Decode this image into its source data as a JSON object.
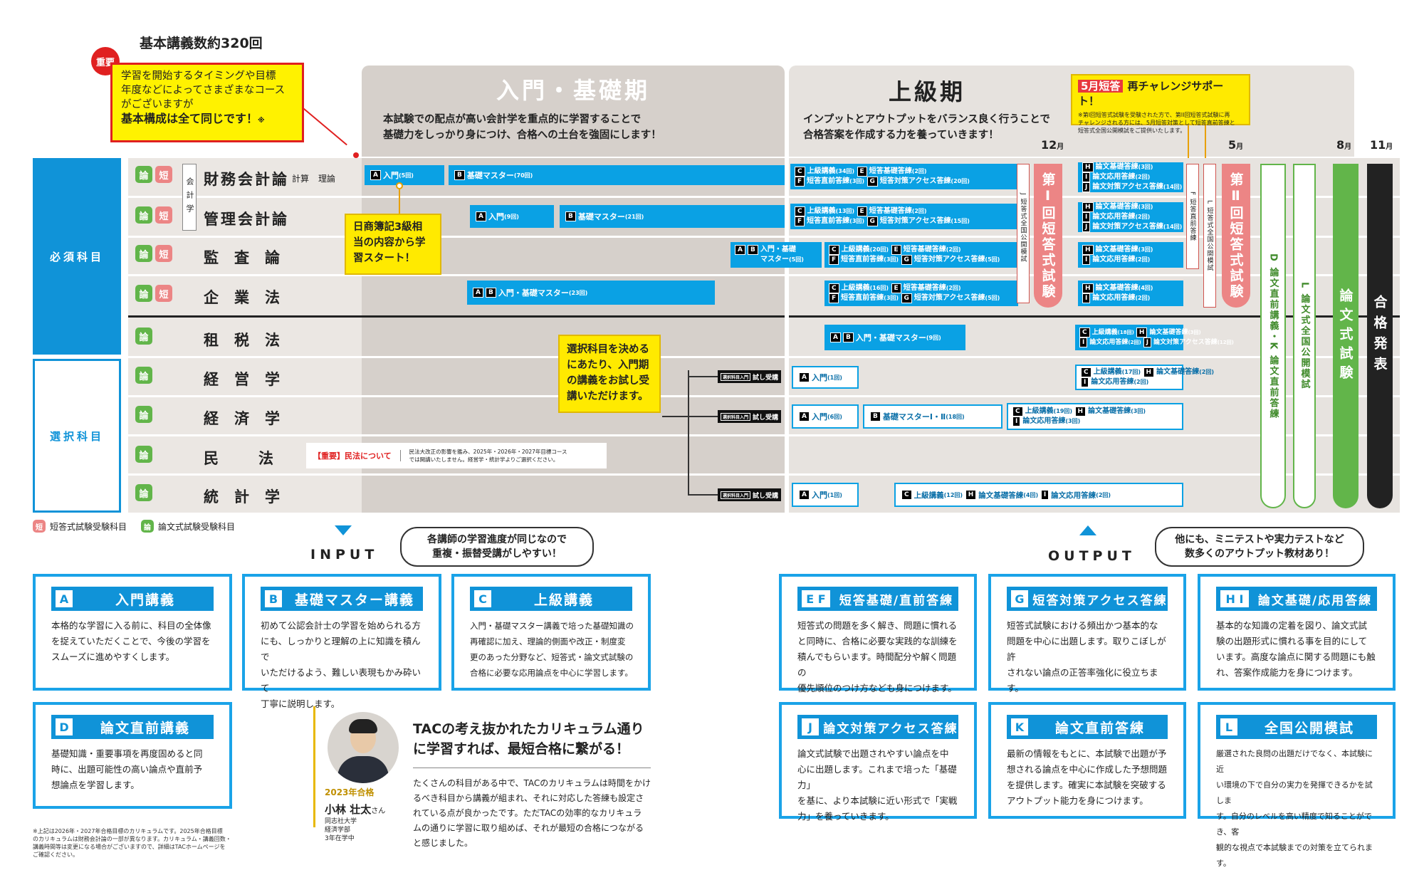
{
  "header": {
    "count_label": "基本講義数約320回",
    "important_tag": "重要",
    "note_lines": [
      "学習を開始するタイミングや目標",
      "年度などによってさまざまなコース",
      "がございますが"
    ],
    "note_bold": "基本構成は全て同じです！",
    "note_mark": "※"
  },
  "phases": {
    "basic": {
      "title": "入門・基礎期",
      "desc1": "本試験での配点が高い会計学を重点的に学習することで",
      "desc2": "基礎力をしっかり身につけ、合格への土台を強固にします！"
    },
    "advanced": {
      "title": "上級期",
      "desc1": "インプットとアウトプットをバランス良く行うことで",
      "desc2": "合格答案を作成する力を養っていきます！"
    }
  },
  "challenge": {
    "tag": "5月短答",
    "title": "再チャレンジサポート！",
    "note1": "※第I回短答式試験を受験された方で、第II回短答式試験に再",
    "note2": "チャレンジされる方には、5月短答対策として短答直前答練と",
    "note3": "短答式全国公開模試をご提供いたします。"
  },
  "months": {
    "m12": "12",
    "m5": "5",
    "m8": "8",
    "m11": "11",
    "suffix": "月"
  },
  "categories": {
    "required": "必須科目",
    "elective": "選択科目",
    "accounting": "会計学"
  },
  "subjects": {
    "financial": "財務会計論",
    "financial_sub1": "計算",
    "financial_sub2": "理論",
    "managerial": "管理会計論",
    "audit": "監査論",
    "corporate": "企業法",
    "tax": "租税法",
    "business": "経営学",
    "economics": "経済学",
    "civil": "民法",
    "stats": "統計学"
  },
  "badges": {
    "ron": "論",
    "tan": "短"
  },
  "legend": {
    "tan": "短答式試験受験科目",
    "ron": "論文式試験受験科目"
  },
  "courses": {
    "fin_intro": "入門",
    "fin_intro_n": "(5回)",
    "fin_basic": "基礎マスター",
    "fin_basic_n": "(70回)",
    "fin_adv1": "上級講義",
    "fin_adv1_n": "(34回)",
    "fin_adv2": "短答基礎答練",
    "fin_adv2_n": "(2回)",
    "fin_adv3": "短答直前答練",
    "fin_adv3_n": "(3回)",
    "fin_adv4": "短答対策アクセス答練",
    "fin_adv4_n": "(20回)",
    "fin_out1": "論文基礎答練",
    "fin_out1_n": "(3回)",
    "fin_out2": "論文応用答練",
    "fin_out2_n": "(2回)",
    "fin_out3": "論文対策アクセス答練",
    "fin_out3_n": "(14回)",
    "mgr_intro": "入門",
    "mgr_intro_n": "(9回)",
    "mgr_basic": "基礎マスター",
    "mgr_basic_n": "(21回)",
    "mgr_adv1": "上級講義",
    "mgr_adv1_n": "(13回)",
    "mgr_adv2": "短答基礎答練",
    "mgr_adv2_n": "(2回)",
    "mgr_adv3": "短答直前答練",
    "mgr_adv3_n": "(3回)",
    "mgr_adv4": "短答対策アクセス答練",
    "mgr_adv4_n": "(15回)",
    "mgr_out1": "論文基礎答練",
    "mgr_out1_n": "(3回)",
    "mgr_out2": "論文応用答練",
    "mgr_out2_n": "(2回)",
    "mgr_out3": "論文対策アクセス答練",
    "mgr_out3_n": "(14回)",
    "aud_ab1": "入門・基礎",
    "aud_ab2": "マスター",
    "aud_ab_n": "(5回)",
    "aud_adv1": "上級講義",
    "aud_adv1_n": "(20回)",
    "aud_adv2": "短答基礎答練",
    "aud_adv2_n": "(2回)",
    "aud_adv3": "短答直前答練",
    "aud_adv3_n": "(3回)",
    "aud_adv4": "短答対策アクセス答練",
    "aud_adv4_n": "(5回)",
    "aud_out1": "論文基礎答練",
    "aud_out1_n": "(3回)",
    "aud_out2": "論文応用答練",
    "aud_out2_n": "(2回)",
    "corp_ab": "入門・基礎マスター",
    "corp_ab_n": "(23回)",
    "corp_adv1": "上級講義",
    "corp_adv1_n": "(16回)",
    "corp_adv2": "短答基礎答練",
    "corp_adv2_n": "(2回)",
    "corp_adv3": "短答直前答練",
    "corp_adv3_n": "(3回)",
    "corp_adv4": "短答対策アクセス答練",
    "corp_adv4_n": "(5回)",
    "corp_out1": "論文基礎答練",
    "corp_out1_n": "(4回)",
    "corp_out2": "論文応用答練",
    "corp_out2_n": "(2回)",
    "tax_ab": "入門・基礎マスター",
    "tax_ab_n": "(9回)",
    "tax_c": "上級講義",
    "tax_c_n": "(18回)",
    "tax_h": "論文基礎答練",
    "tax_h_n": "(3回)",
    "tax_i": "論文応用答練",
    "tax_i_n": "(2回)",
    "tax_j": "論文対策アクセス答練",
    "tax_j_n": "(12回)",
    "trial_tag": "選択科目入門",
    "trial": "試し受講",
    "bus_intro": "入門",
    "bus_intro_n": "(1回)",
    "bus_c": "上級講義",
    "bus_c_n": "(17回)",
    "bus_h": "論文基礎答練",
    "bus_h_n": "(2回)",
    "bus_i": "論文応用答練",
    "bus_i_n": "(2回)",
    "eco_intro": "入門",
    "eco_intro_n": "(6回)",
    "eco_basic": "基礎マスターⅠ・Ⅱ",
    "eco_basic_n": "(18回)",
    "eco_c": "上級講義",
    "eco_c_n": "(19回)",
    "eco_h": "論文基礎答練",
    "eco_h_n": "(3回)",
    "eco_i": "論文応用答練",
    "eco_i_n": "(3回)",
    "civ_tag": "【重要】民法について",
    "civ_note1": "民法大改正の影響を鑑み、2025年・2026年・2027年目標コース",
    "civ_note2": "では開講いたしません。経営学・統計学よりご選択ください。",
    "sta_intro": "入門",
    "sta_intro_n": "(1回)",
    "sta_c": "上級講義",
    "sta_c_n": "(12回)",
    "sta_h": "論文基礎答練",
    "sta_h_n": "(4回)",
    "sta_i": "論文応用答練",
    "sta_i_n": "(2回)"
  },
  "callouts": {
    "boki": [
      "日商簿記3級相",
      "当の内容から学",
      "習スタート！"
    ],
    "elective": [
      "選択科目を決める",
      "にあたり、入門期",
      "の講義をお試し受",
      "講いただけます。"
    ]
  },
  "exams": {
    "mock1": "J 短答式全国公開模試",
    "tan1": "第Ⅰ回短答式試験",
    "pre2": "F 短答直前答練",
    "mock2": "L 短答式全国公開模試",
    "tan2": "第Ⅱ回短答式試験",
    "pre_ron": "D 論文直前講義・K 論文直前答練",
    "mock_ron": "L 論文式全国公開模試",
    "ron": "論文式試験",
    "result": "合格発表"
  },
  "io": {
    "input": "INPUT",
    "input_bubble1": "各講師の学習進度が同じなので",
    "input_bubble2": "重複・振替受講がしやすい！",
    "output": "OUTPUT",
    "output_bubble1": "他にも、ミニテストや実力テストなど",
    "output_bubble2": "数多くのアウトプット教材あり！"
  },
  "defs": [
    {
      "letters": "A",
      "title": "入門講義",
      "body": [
        "本格的な学習に入る前に、科目の全体像",
        "を捉えていただくことで、今後の学習を",
        "スムーズに進めやすくします。"
      ]
    },
    {
      "letters": "B",
      "title": "基礎マスター講義",
      "body": [
        "初めて公認会計士の学習を始められる方",
        "にも、しっかりと理解の上に知識を積んで",
        "いただけるよう、難しい表現もかみ砕いて",
        "丁寧に説明します。"
      ]
    },
    {
      "letters": "C",
      "title": "上級講義",
      "body": [
        "入門・基礎マスター講義で培った基礎知識の",
        "再確認に加え、理論的側面や改正・制度変",
        "更のあった分野など、短答式・論文式試験の",
        "合格に必要な応用論点を中心に学習します。"
      ]
    },
    {
      "letters": "D",
      "title": "論文直前講義",
      "body": [
        "基礎知識・重要事項を再度固めると同",
        "時に、出題可能性の高い論点や直前予",
        "想論点を学習します。"
      ]
    },
    {
      "letters": "E F",
      "title": "短答基礎/直前答練",
      "body": [
        "短答式の問題を多く解き、問題に慣れる",
        "と同時に、合格に必要な実践的な訓練を",
        "積んでもらいます。時間配分や解く問題の",
        "優先順位のつけ方なども身につけます。"
      ]
    },
    {
      "letters": "G",
      "title": "短答対策アクセス答練",
      "body": [
        "短答式試験における頻出かつ基本的な",
        "問題を中心に出題します。取りこぼしが許",
        "されない論点の正答率強化に役立ちま",
        "す。"
      ]
    },
    {
      "letters": "H I",
      "title": "論文基礎/応用答練",
      "body": [
        "基本的な知識の定着を図り、論文式試",
        "験の出題形式に慣れる事を目的にして",
        "います。高度な論点に関する問題にも触",
        "れ、答案作成能力を身につけます。"
      ]
    },
    {
      "letters": "J",
      "title": "論文対策アクセス答練",
      "body": [
        "論文式試験で出題されやすい論点を中",
        "心に出題します。これまで培った「基礎力」",
        "を基に、より本試験に近い形式で「実戦",
        "力」を養っていきます。"
      ]
    },
    {
      "letters": "K",
      "title": "論文直前答練",
      "body": [
        "最新の情報をもとに、本試験で出題が予",
        "想される論点を中心に作成した予想問題",
        "を提供します。確実に本試験を突破する",
        "アウトプット能力を身につけます。"
      ]
    },
    {
      "letters": "L",
      "title": "全国公開模試",
      "body": [
        "厳選された良問の出題だけでなく、本試験に近",
        "い環境の下で自分の実力を発揮できるかを試しま",
        "す。自分のレベルを高い精度で知ることができ、客",
        "観的な視点で本試験までの対策を立てられます。"
      ]
    }
  ],
  "testimonial": {
    "headline1": "TACの考え抜かれたカリキュラム通り",
    "headline2": "に学習すれば、最短合格に繋がる！",
    "body": [
      "たくさんの科目がある中で、TACのカリキュラムは時間をかけ",
      "るべき科目から講義が組まれ、それに対応した答練も設定さ",
      "れている点が良かったです。ただTACの効率的なカリキュラ",
      "ムの通りに学習に取り組めば、それが最短の合格につながる",
      "と感じました。"
    ],
    "year": "2023年合格",
    "name": "小林 壮太",
    "honorific": "さん",
    "school1": "同志社大学",
    "school2": "経済学部",
    "school3": "3年在学中"
  },
  "footnote": [
    "※上記は2026年・2027年合格目標のカリキュラムです。2025年合格目標",
    "のカリキュラムは財務会計論の一部が異なります。カリキュラム・講義回数・",
    "講義時間等は変更になる場合がございますので、詳細はTACホームページを",
    "ご確認ください。"
  ]
}
